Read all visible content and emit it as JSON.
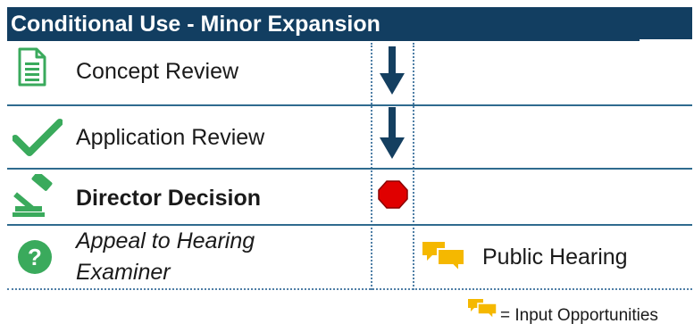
{
  "header": {
    "title": "Conditional Use - Minor Expansion"
  },
  "rows": [
    {
      "label": "Concept Review",
      "icon": "document-icon"
    },
    {
      "label": "Application Review",
      "icon": "checkmark-icon"
    },
    {
      "label": "Director Decision",
      "icon": "gavel-icon"
    },
    {
      "label_line1": "Appeal to Hearing",
      "label_line2": "Examiner",
      "icon": "question-icon"
    }
  ],
  "public_hearing": {
    "label": "Public Hearing",
    "icon": "speech-bubbles-icon"
  },
  "legend": {
    "text": "= Input Opportunities",
    "icon": "speech-bubbles-icon"
  },
  "colors": {
    "header": "#123e61",
    "icon_green": "#3aaa5c",
    "arrow": "#143f60",
    "stop": "#e00000",
    "bubble": "#f5b800"
  }
}
